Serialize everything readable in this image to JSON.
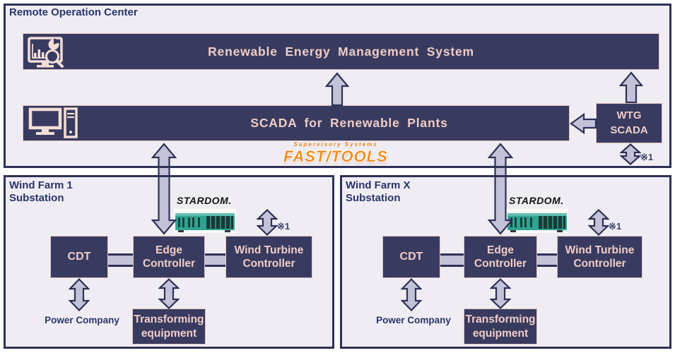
{
  "colors": {
    "navy_border": "#2e3156",
    "dark_box_fill": "#383b5f",
    "panel_background": "#efedf3",
    "arrow_fill": "#c2c3d8",
    "pink_text": "#f0cdc7",
    "title_navy": "#28356a",
    "fasttools_orange": "#f09027",
    "stardom_teal": "#2fa392"
  },
  "icons": {
    "rems": "analytics-monitor-icon",
    "scada": "workstation-icon"
  },
  "roc": {
    "title": "Remote Operation Center",
    "rems_label": "Renewable Energy Management System",
    "scada_label": "SCADA for Renewable Plants",
    "wtg": {
      "line1": "WTG",
      "line2": "SCADA"
    },
    "note_ref": "※1",
    "fasttools": {
      "tagline": "Supervisory Systems",
      "name": "FAST/TOOLS"
    }
  },
  "wind_farms": [
    {
      "title_line1": "Wind Farm 1",
      "title_line2": "Substation",
      "stardom_logo": "STARDOM.",
      "cdt_label": "CDT",
      "edge_line1": "Edge",
      "edge_line2": "Controller",
      "wtc_line1": "Wind Turbine",
      "wtc_line2": "Controller",
      "power_company": "Power Company",
      "transforming_line1": "Transforming",
      "transforming_line2": "equipment",
      "note_ref": "※1"
    },
    {
      "title_line1": "Wind Farm X",
      "title_line2": "Substation",
      "stardom_logo": "STARDOM.",
      "cdt_label": "CDT",
      "edge_line1": "Edge",
      "edge_line2": "Controller",
      "wtc_line1": "Wind Turbine",
      "wtc_line2": "Controller",
      "power_company": "Power Company",
      "transforming_line1": "Transforming",
      "transforming_line2": "equipment",
      "note_ref": "※1"
    }
  ]
}
